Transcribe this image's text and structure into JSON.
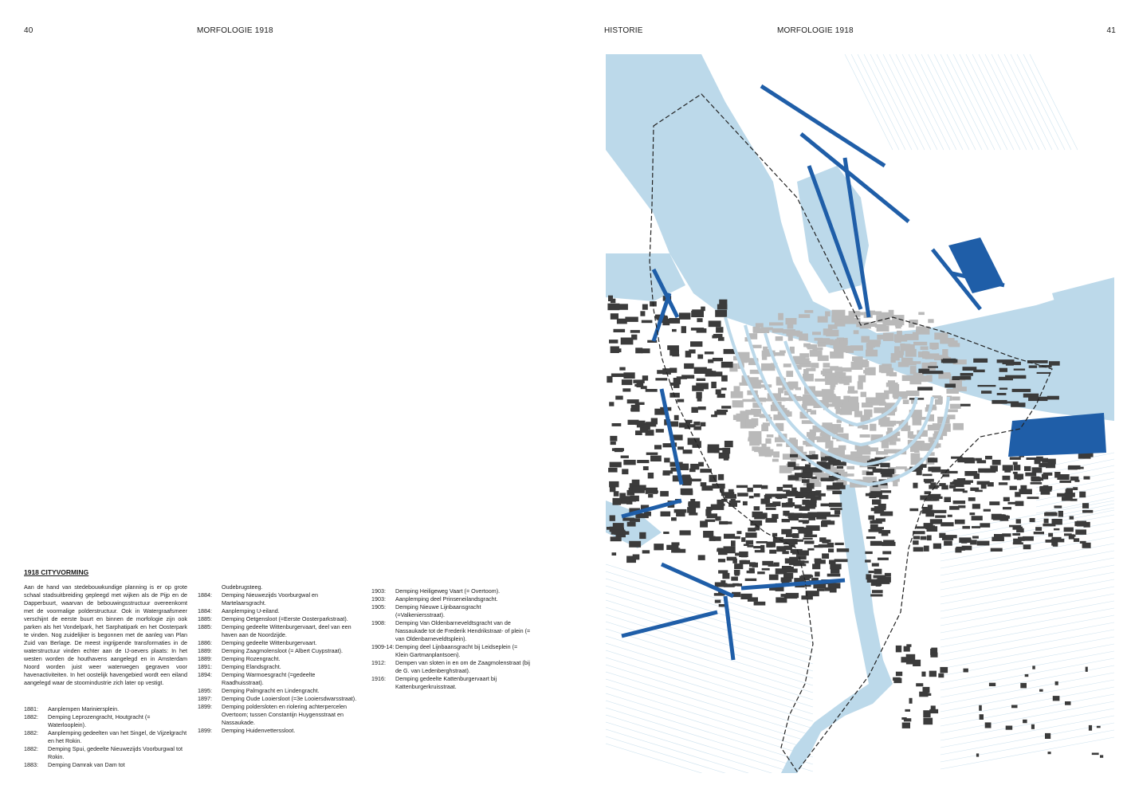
{
  "header": {
    "left_page_number": "40",
    "left_title": "MORFOLOGIE 1918",
    "right_section": "HISTORIE",
    "right_title": "MORFOLOGIE 1918",
    "right_page_number": "41"
  },
  "section": {
    "heading": "1918 CITYVORMING",
    "intro": "Aan de hand van stedebouwkundige planning is er op grote schaal stadsuitbreiding gepleegd met wijken als de Pijp en de Dapperbuurt, waarvan de bebouwingsstructuur overeenkomt met de voormalige polderstructuur. Ook in Watergraafsmeer verschijnt de eerste buurt en binnen de morfologie zijn ook parken als het Vondelpark, het Sarphatipark en het Oosterpark te vinden. Nog zuidelijker is begonnen met de aanleg van Plan Zuid van Berlage. De meest ingrijpende transformaties in de waterstructuur vinden echter aan de IJ-oevers plaats: In het westen worden de houthavens aangelegd en in Amsterdam Noord worden juist weer waterwegen gegraven voor havenactiviteiten. In het oostelijk havengebied wordt een eiland aangelegd waar de stoomindustrie zich later op vestigt."
  },
  "chronology_col1": [
    {
      "year": "1881:",
      "text": "Aanplempen Mariniersplein."
    },
    {
      "year": "1882:",
      "text": "Demping Leprozengracht, Houtgracht (= Waterlooplein)."
    },
    {
      "year": "1882:",
      "text": "Aanplemping gedeelten van het Singel, de Vijzelgracht en het Rokin."
    },
    {
      "year": "1882:",
      "text": "Demping Spui, gedeelte Nieuwezijds Voorburgwal tot Rokin."
    },
    {
      "year": "1883:",
      "text": "Demping Damrak van Dam tot"
    }
  ],
  "chronology_col2_continuation": "Oudebrugsteeg.",
  "chronology_col2": [
    {
      "year": "1884:",
      "text": "Demping Nieuwezijds Voorburgwal en Martelaarsgracht."
    },
    {
      "year": "1884:",
      "text": "Aanplemping U-eiland."
    },
    {
      "year": "1885:",
      "text": "Demping Oetgensloot (=Eerste Oosterparkstraat)."
    },
    {
      "year": "1885:",
      "text": "Demping gedeelte Wittenburgervaart, deel van een haven aan de Noordzijde."
    },
    {
      "year": "1886:",
      "text": "Demping gedeelte Wittenburgervaart."
    },
    {
      "year": "1889:",
      "text": "Demping Zaagmolensloot (= Albert Cuypstraat)."
    },
    {
      "year": "1889:",
      "text": "Demping Rozengracht."
    },
    {
      "year": "1891:",
      "text": "Demping Elandsgracht."
    },
    {
      "year": "1894:",
      "text": "Demping Warmoesgracht (=gedeelte Raadhuisstraat)."
    },
    {
      "year": "1895:",
      "text": "Demping Palmgracht en Lindengracht."
    },
    {
      "year": "1897:",
      "text": "Demping Oude Looiersloot (=3e Looiersdwarsstraat)."
    },
    {
      "year": "1899:",
      "text": "Demping poldersloten en riolering achterpercelen Overtoom; tussen Constantijn Huygensstraat en Nassaukade."
    },
    {
      "year": "1899:",
      "text": "Demping Huidenvetterssloot."
    }
  ],
  "chronology_col3": [
    {
      "year": "1903:",
      "text": "Demping Heiligeweg Vaart (= Overtoom)."
    },
    {
      "year": "1903:",
      "text": "Aanplemping deel Prinseneilandsgracht."
    },
    {
      "year": "1905:",
      "text": "Demping Nieuwe Lijnbaansgracht (=Valkeniersstraat)."
    },
    {
      "year": "1908:",
      "text": "Demping Van Oldenbarneveldtsgracht van de Nassaukade tot de Frederik Hendrikstraat- of plein (= van Oldenbarneveldtsplein)."
    },
    {
      "year": "1909-14:",
      "text": "Demping deel Lijnbaansgracht bij Leidseplein (= Klein Gartmanplantsoen)."
    },
    {
      "year": "1912:",
      "text": "Dempen van sloten in en om de Zaagmolenstraat (bij de G. van Ledenberghstraat)."
    },
    {
      "year": "1916:",
      "text": "Demping gedeelte Kattenburgervaart bij Kattenburgerkruisstraat."
    }
  ],
  "map": {
    "colors": {
      "water": "#bcd9ea",
      "water_line": "#a9cde4",
      "infill": "#1f5ea8",
      "historic_block": "#b9b9b9",
      "new_block": "#3b3b3b",
      "boundary": "#222222"
    }
  }
}
